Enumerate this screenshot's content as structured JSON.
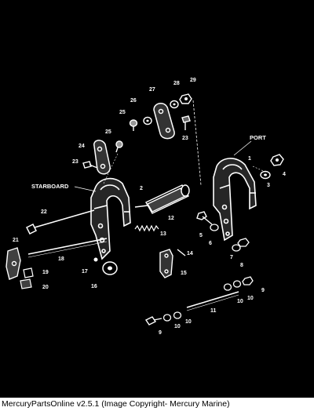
{
  "diagram": {
    "side_labels": {
      "port": "PORT",
      "starboard": "STARBOARD"
    },
    "callouts": {
      "c1": "1",
      "c2": "2",
      "c3": "3",
      "c4": "4",
      "c5": "5",
      "c6": "6",
      "c7": "7",
      "c8": "8",
      "c9a": "9",
      "c9b": "9",
      "c10a": "10",
      "c10b": "10",
      "c10c": "10",
      "c10d": "10",
      "c11": "11",
      "c12": "12",
      "c13": "13",
      "c14": "14",
      "c15": "15",
      "c16": "16",
      "c17": "17",
      "c18": "18",
      "c19": "19",
      "c20": "20",
      "c21": "21",
      "c22": "22",
      "c23a": "23",
      "c23b": "23",
      "c24": "24",
      "c25a": "25",
      "c25b": "25",
      "c26": "26",
      "c27": "27",
      "c28": "28",
      "c29": "29"
    },
    "colors": {
      "background": "#000000",
      "ink": "#ffffff"
    }
  },
  "footer": {
    "caption": "MercuryPartsOnline v2.5.1 (Image Copyright- Mercury Marine)"
  }
}
